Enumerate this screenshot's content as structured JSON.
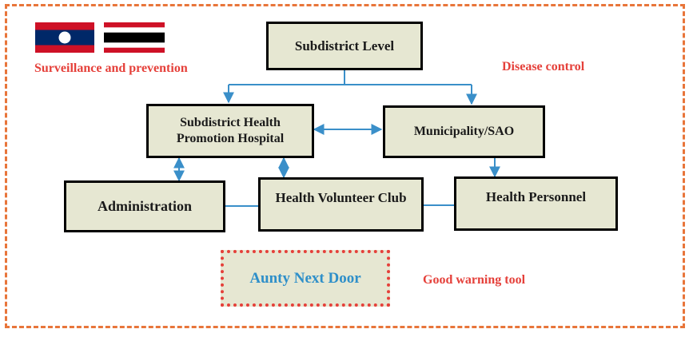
{
  "flags": [
    {
      "name": "laos-flag",
      "colors": {
        "band": "#ce1126",
        "center": "#002868",
        "disc": "#ffffff"
      }
    },
    {
      "name": "thailand-flag",
      "colors": {
        "outer": "#ce1126",
        "white": "#ffffff",
        "center": "#000000"
      }
    }
  ],
  "labels": {
    "surveillance": "Surveillance and prevention",
    "disease_control": "Disease control",
    "good_warning": "Good warning tool"
  },
  "nodes": {
    "subdistrict_level": "Subdistrict Level",
    "hospital_line1": "Subdistrict Health",
    "hospital_line2": "Promotion Hospital",
    "municipality": "Municipality/SAO",
    "administration": "Administration",
    "volunteer_club": "Health Volunteer Club",
    "personnel": "Health Personnel",
    "aunty": "Aunty Next Door"
  },
  "colors": {
    "frame": "#e8753a",
    "accent_red": "#e5403a",
    "connector": "#3a8fc9",
    "box_fill": "#e6e7d2",
    "highlight_text": "#2e8fc9"
  }
}
